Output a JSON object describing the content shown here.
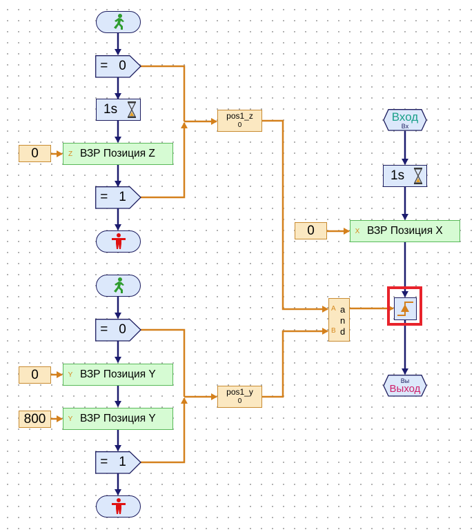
{
  "colors": {
    "flow": "#1b1b6e",
    "data": "#d4801c",
    "highlight": "#e8232b",
    "start": "#2e9c2e",
    "stop": "#e01010"
  },
  "left_top": {
    "start_icon": "go-man-icon",
    "cmp1": {
      "op": "=",
      "value": "0"
    },
    "timer": {
      "label": "1s",
      "icon": "hourglass-icon"
    },
    "const": "0",
    "motor": {
      "port": "Z",
      "label": "ВЗР Позиция Z"
    },
    "cmp2": {
      "op": "=",
      "value": "1"
    },
    "stop_icon": "stop-man-icon"
  },
  "left_bottom": {
    "start_icon": "go-man-icon",
    "cmp1": {
      "op": "=",
      "value": "0"
    },
    "const1": "0",
    "motor1": {
      "port": "Y",
      "label": "ВЗР Позиция Y"
    },
    "const2": "800",
    "motor2": {
      "port": "Y",
      "label": "ВЗР Позиция Y"
    },
    "cmp2": {
      "op": "=",
      "value": "1"
    },
    "stop_icon": "stop-man-icon"
  },
  "vars": {
    "pos_z": {
      "name": "pos1_z",
      "value": "0"
    },
    "pos_y": {
      "name": "pos1_y",
      "value": "0"
    }
  },
  "and_block": {
    "port_a": "A",
    "port_b": "B",
    "letters": [
      "a",
      "n",
      "d"
    ]
  },
  "right": {
    "input": {
      "label": "Вход",
      "sub": "Вх"
    },
    "timer": {
      "label": "1s",
      "icon": "hourglass-icon"
    },
    "const": "0",
    "motor": {
      "port": "X",
      "label": "ВЗР Позиция X"
    },
    "edge_icon": "rising-edge-icon",
    "output": {
      "label": "Выход",
      "sub": "Вы"
    }
  }
}
